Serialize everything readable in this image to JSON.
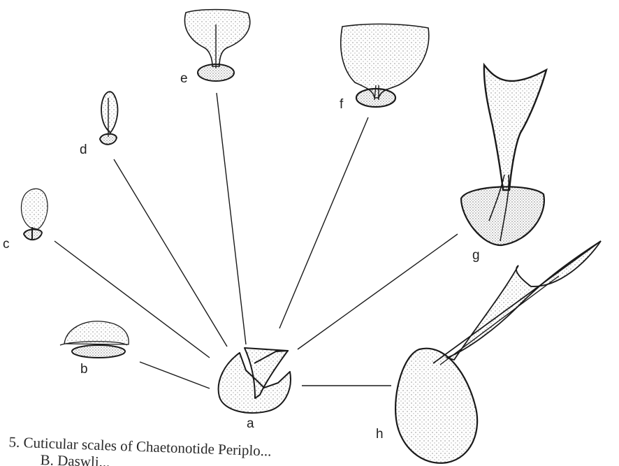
{
  "figure": {
    "labels": {
      "a": "a",
      "b": "b",
      "c": "c",
      "d": "d",
      "e": "e",
      "f": "f",
      "g": "g",
      "h": "h"
    },
    "caption": {
      "line1": "5. Cuticular scales of Chaetonotide Periplo...",
      "line2": "B. Daswli..."
    },
    "colors": {
      "ink": "#1a1a1a",
      "stipple": "#555555",
      "background": "#ffffff"
    }
  }
}
